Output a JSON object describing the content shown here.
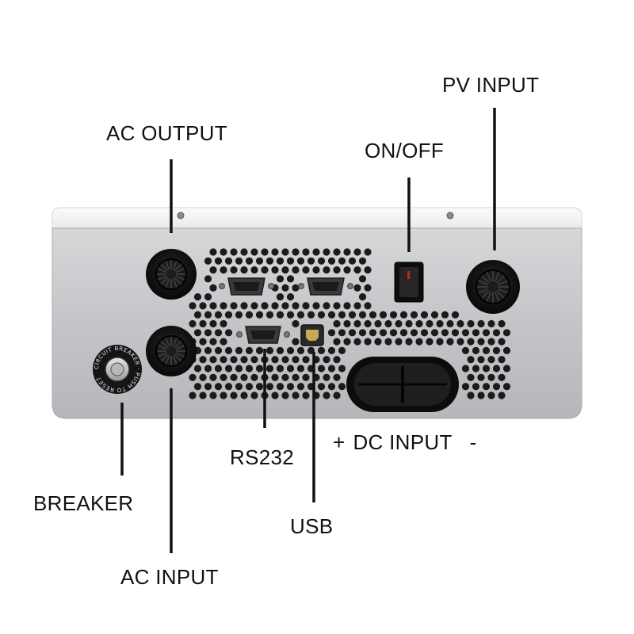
{
  "labels": {
    "ac_output": "AC OUTPUT",
    "on_off": "ON/OFF",
    "pv_input": "PV INPUT",
    "breaker": "BREAKER",
    "rs232": "RS232",
    "usb": "USB",
    "ac_input": "AC INPUT",
    "dc_input_plus": "+",
    "dc_input": "DC INPUT",
    "dc_input_minus": "-"
  },
  "breaker_ring_text": "CIRCUIT BREAKER · PUSH TO RESET",
  "colors": {
    "body_silver": "#c9cacd",
    "top_cover": "#f4f4f4",
    "port_black": "#111111",
    "leader_line": "#111111",
    "switch_red": "#c8202a"
  }
}
